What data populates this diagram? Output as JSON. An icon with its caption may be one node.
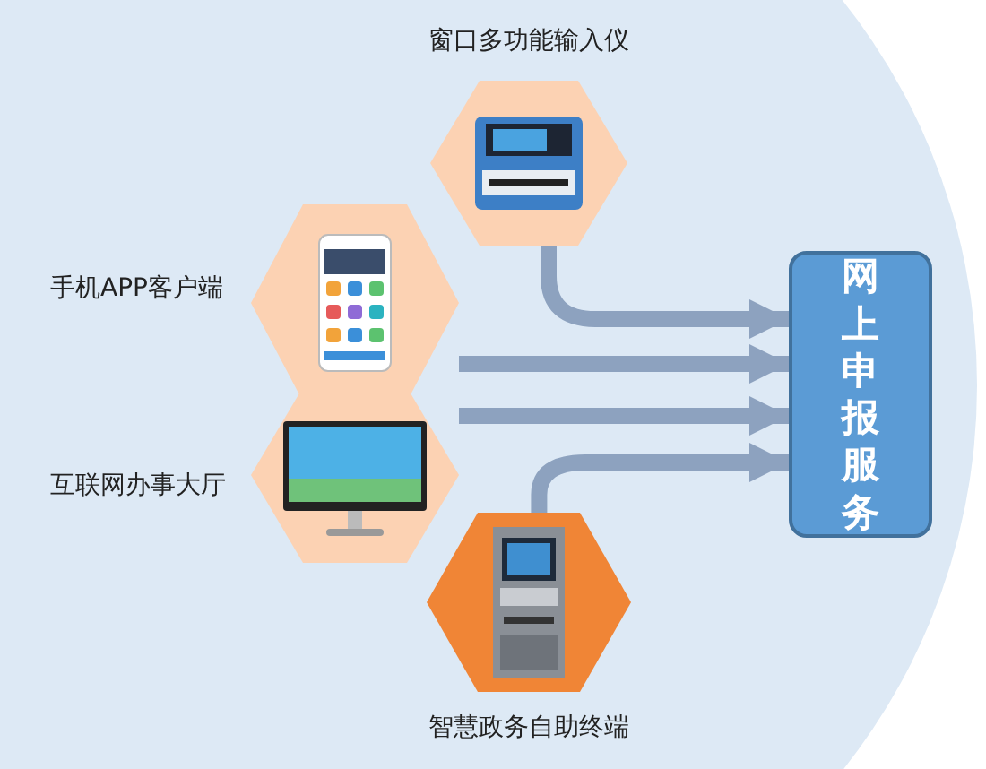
{
  "diagram": {
    "nodes": [
      {
        "text": [],
        "shape": "picture",
        "beside": [
          "窗口多功能输入仪"
        ]
      },
      {
        "text": [],
        "shape": "picture",
        "beside": [
          "手机APP客户端"
        ]
      },
      {
        "text": [],
        "shape": "picture",
        "beside": [
          "互联网办事大厅"
        ]
      },
      {
        "text": [],
        "shape": "picture",
        "beside": [
          "智慧政务自助终端"
        ]
      },
      {
        "text": [
          "网上申报服务"
        ]
      }
    ],
    "edges": [
      {
        "from": 0,
        "to": 4,
        "arrow": "to"
      },
      {
        "from": 1,
        "to": 4,
        "arrow": "to"
      },
      {
        "from": 2,
        "to": 4,
        "arrow": "to"
      },
      {
        "from": 3,
        "to": 4,
        "arrow": "to"
      }
    ]
  }
}
